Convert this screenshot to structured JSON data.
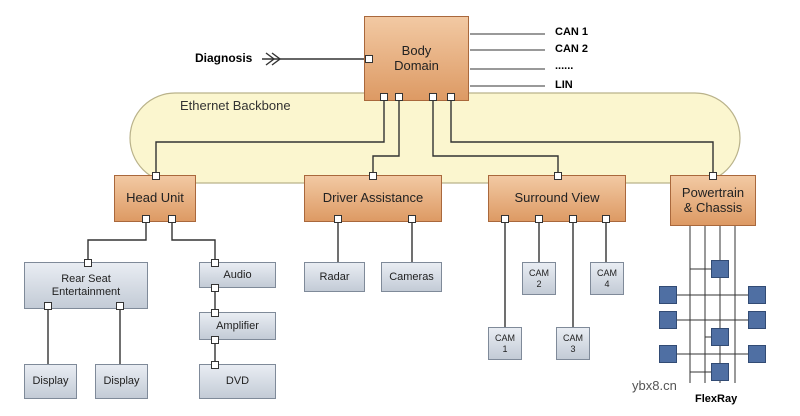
{
  "diagram": {
    "body_domain": "Body\nDomain",
    "diagnosis": "Diagnosis",
    "can1": "CAN 1",
    "can2": "CAN 2",
    "can_more": "......",
    "lin": "LIN",
    "backbone": "Ethernet Backbone",
    "head_unit": "Head Unit",
    "driver_assistance": "Driver Assistance",
    "surround_view": "Surround View",
    "powertrain": "Powertrain\n& Chassis",
    "rear_seat": "Rear Seat\nEntertainment",
    "audio": "Audio",
    "amplifier": "Amplifier",
    "dvd": "DVD",
    "display_1": "Display",
    "display_2": "Display",
    "radar": "Radar",
    "cameras": "Cameras",
    "cam1": "CAM\n1",
    "cam2": "CAM\n2",
    "cam3": "CAM\n3",
    "cam4": "CAM\n4",
    "flexray": "FlexRay",
    "watermark": "ybx8.cn"
  },
  "colors": {
    "backbone_fill": "#fbf6cf",
    "backbone_stroke": "#b9b28a",
    "ecu_fill": "#e8ad7d",
    "device_fill": "#d3d9e2",
    "flexray_node": "#4f6fa3",
    "line": "#333333"
  }
}
